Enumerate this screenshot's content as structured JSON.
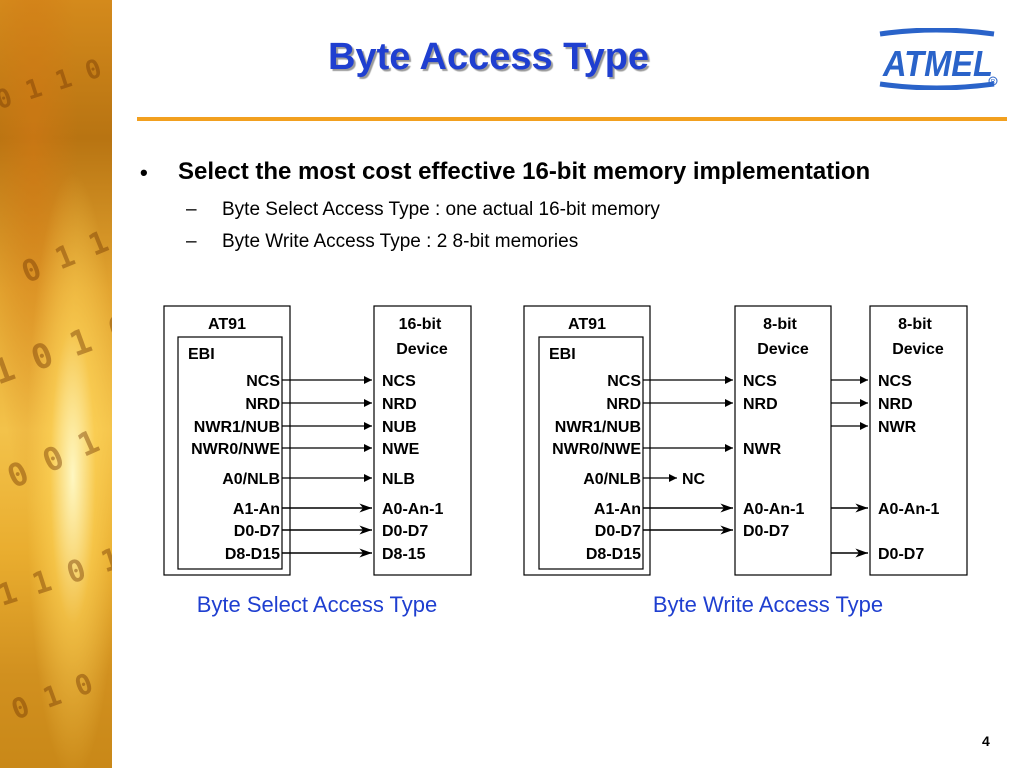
{
  "title": "Byte Access Type",
  "bullet": {
    "main": "Select the most cost effective 16-bit memory implementation",
    "subs": [
      "Byte Select Access Type : one actual 16-bit memory",
      "Byte Write Access Type : 2 8-bit memories"
    ]
  },
  "diagrams": {
    "select": {
      "at91_title": "AT91",
      "ebi_label": "EBI",
      "device_title_1": "16-bit",
      "device_title_2": "Device",
      "left_signals": [
        "NCS",
        "NRD",
        "NWR1/NUB",
        "NWR0/NWE",
        "A0/NLB",
        "A1-An",
        "D0-D7",
        "D8-D15"
      ],
      "right_signals": [
        "NCS",
        "NRD",
        "NUB",
        "NWE",
        "NLB",
        "A0-An-1",
        "D0-D7",
        "D8-15"
      ],
      "caption": "Byte Select Access Type"
    },
    "write": {
      "at91_title": "AT91",
      "ebi_label": "EBI",
      "dev1_title_1": "8-bit",
      "dev1_title_2": "Device",
      "dev2_title_1": "8-bit",
      "dev2_title_2": "Device",
      "left_signals": [
        "NCS",
        "NRD",
        "NWR1/NUB",
        "NWR0/NWE",
        "A0/NLB",
        "A1-An",
        "D0-D7",
        "D8-D15"
      ],
      "nc_label": "NC",
      "dev1_signals": [
        "NCS",
        "NRD",
        "NWR",
        "A0-An-1",
        "D0-D7"
      ],
      "dev2_signals": [
        "NCS",
        "NRD",
        "NWR",
        "A0-An-1",
        "D0-D7"
      ],
      "caption": "Byte Write Access Type"
    }
  },
  "logo": {
    "text": "ATMEL",
    "mark": "R",
    "color": "#2a63c9"
  },
  "page_number": "4",
  "colors": {
    "title": "#1f3fd0",
    "accent_rule": "#f2a01f",
    "caption": "#1f3fd0"
  }
}
